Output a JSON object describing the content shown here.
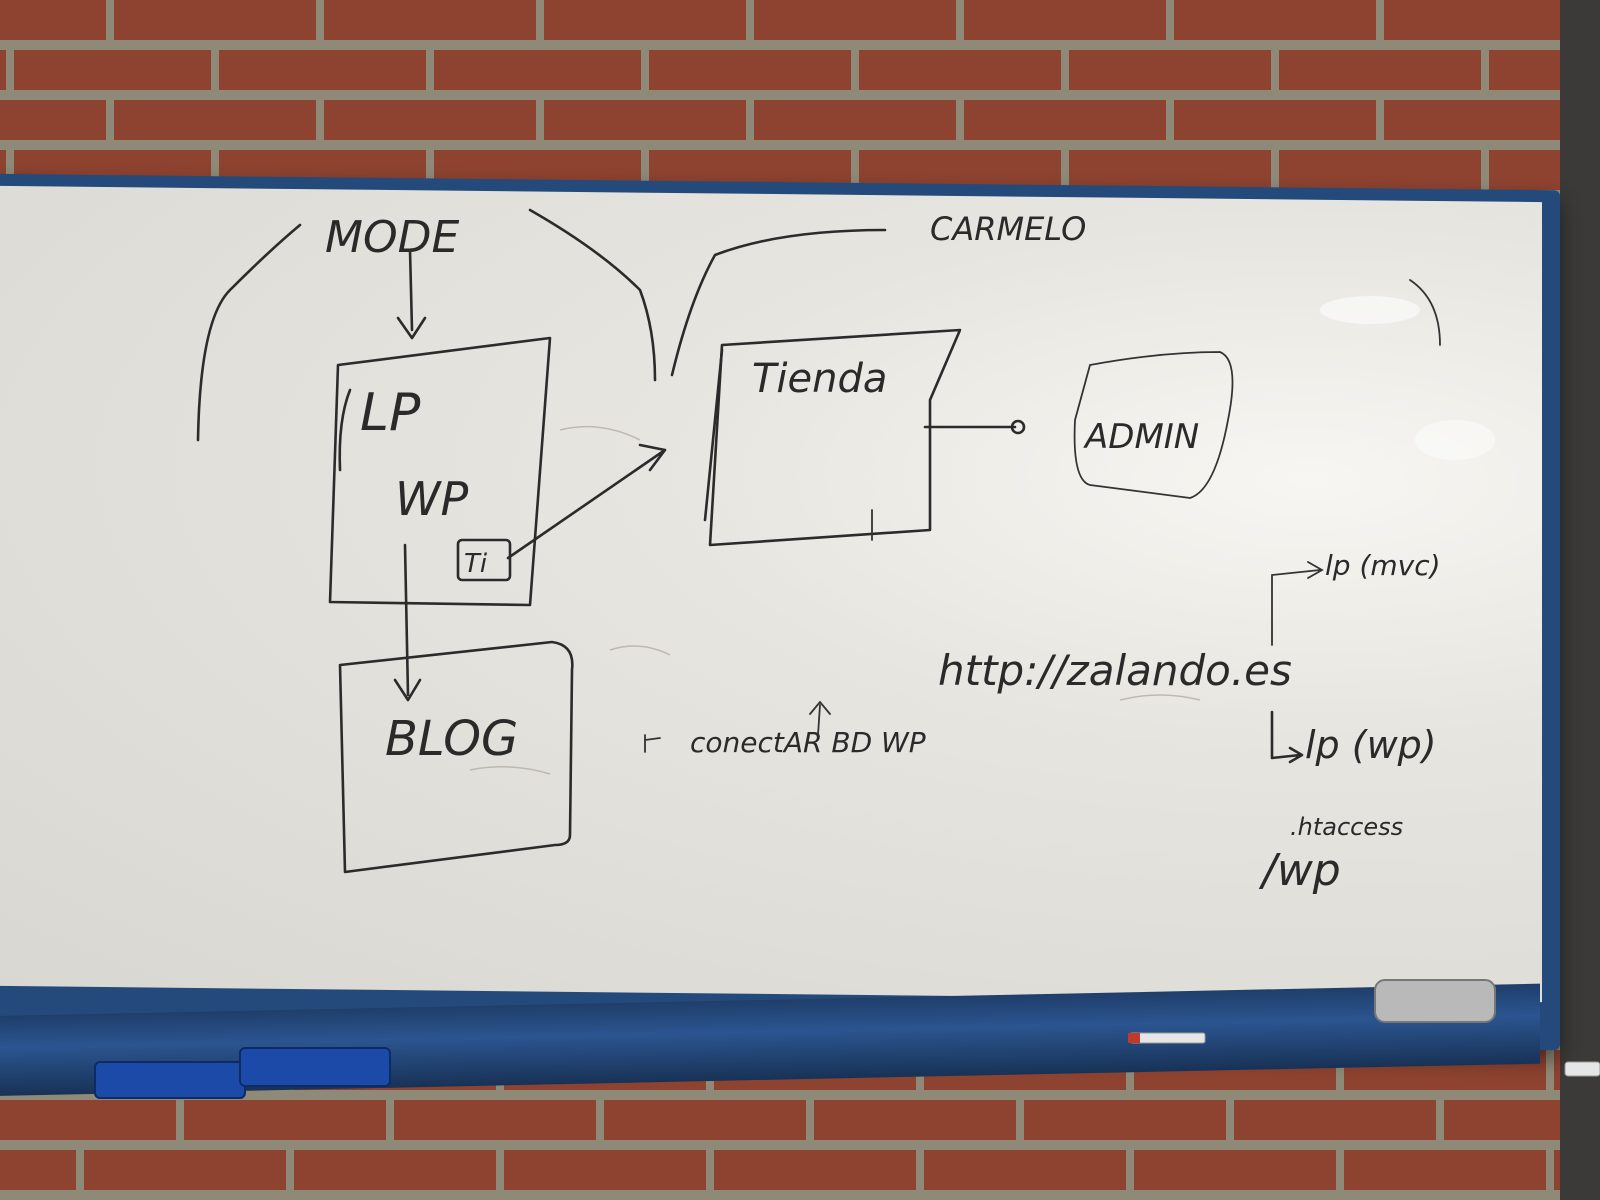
{
  "scene": {
    "description_labels": {
      "top_title": "MODE",
      "name": "CARMELO",
      "box_left_top": "LP",
      "box_left_mid": "WP",
      "box_left_small": "Ti",
      "box_middle": "Tienda",
      "box_right": "ADMIN",
      "box_bottom": "BLOG",
      "connect_text": "conectAR BD WP",
      "url_text": "http://zalando.es",
      "branch_top": "lp (mvc)",
      "branch_bottom": "lp (wp)",
      "htaccess": ".htaccess",
      "slash_wp": "/wp"
    },
    "colors": {
      "brick": "#8e4330",
      "mortar": "#8f8a78",
      "frame": "#244a7c",
      "board": "#e7e5df",
      "ink": "#2b2b2b"
    }
  }
}
